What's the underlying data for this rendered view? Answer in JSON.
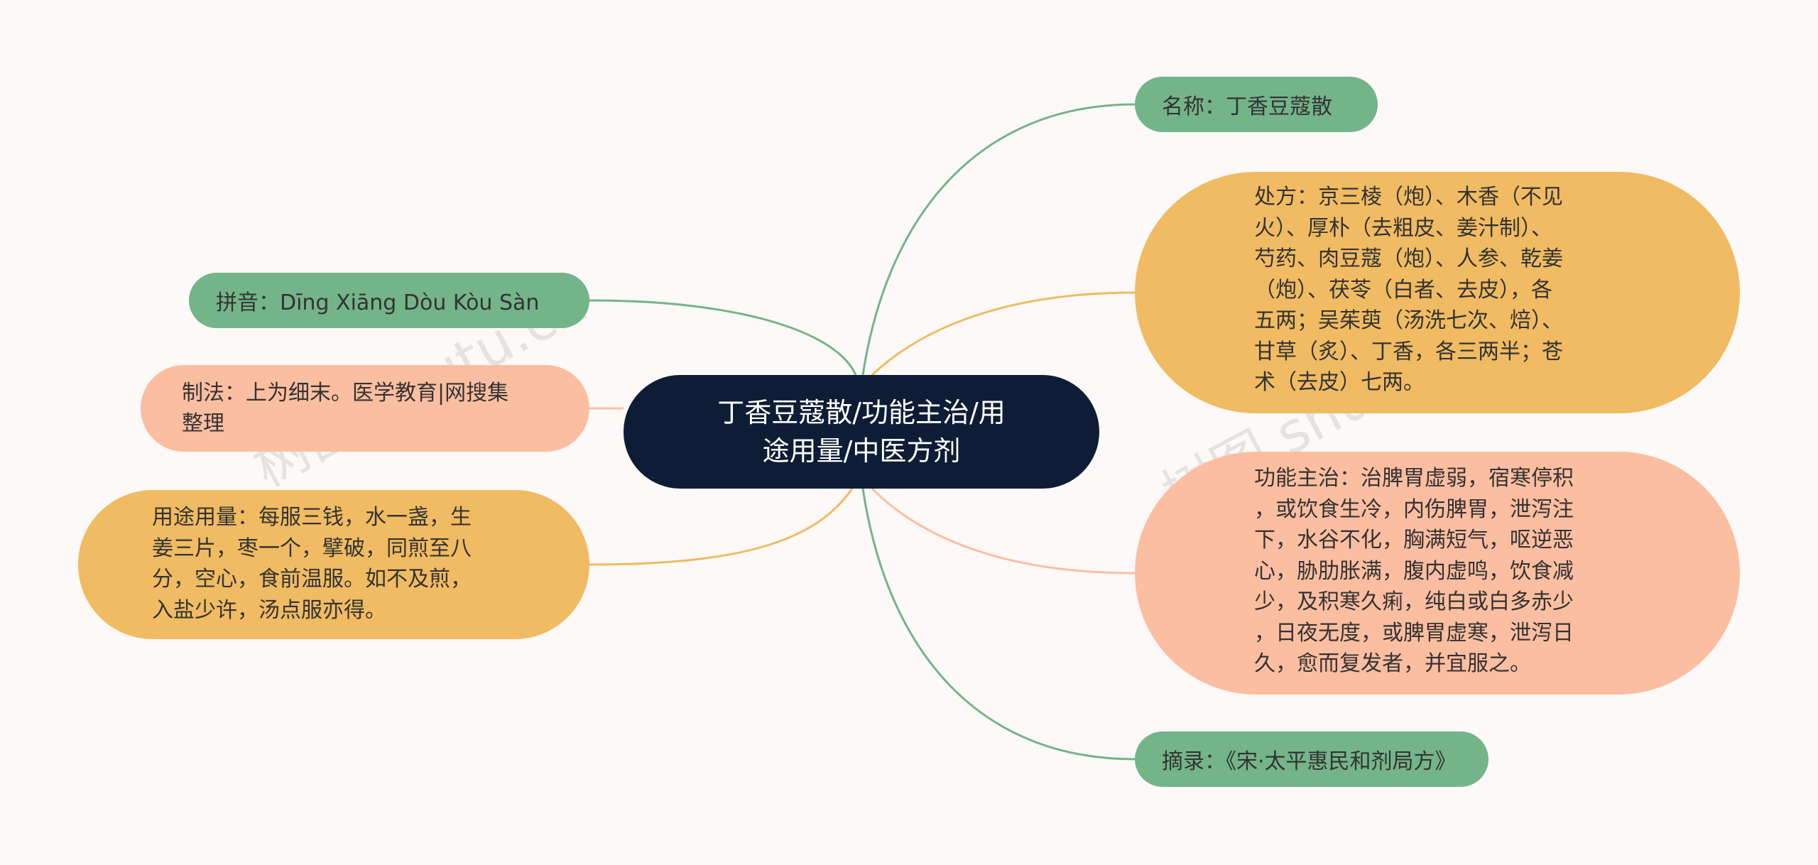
{
  "center": {
    "title": "丁香豆蔻散/功能主治/用\n途用量/中医方剂"
  },
  "right_nodes": {
    "name": "名称：丁香豆蔻散",
    "recipe": "处方：京三棱（炮）、木香（不见\n火）、厚朴（去粗皮、姜汁制）、\n芍药、肉豆蔻（炮）、人参、乾姜\n（炮）、茯苓（白者、去皮），各\n五两；吴茱萸（汤洗七次、焙）、\n甘草（炙）、丁香，各三两半；苍\n术（去皮）七两。",
    "effect": "功能主治：治脾胃虚弱，宿寒停积\n，或饮食生冷，内伤脾胃，泄泻注\n下，水谷不化，胸满短气，呕逆恶\n心，胁肋胀满，腹内虚鸣，饮食减\n少，及积寒久痢，纯白或白多赤少\n，日夜无度，或脾胃虚寒，泄泻日\n久，愈而复发者，并宜服之。",
    "source": "摘录：《宋·太平惠民和剂局方》"
  },
  "left_nodes": {
    "pinyin": "拼音：Dīng Xiāng Dòu Kòu Sàn",
    "method": "制法：上为细末。医学教育|网搜集\n整理",
    "usage": "用途用量：每服三钱，水一盏，生\n姜三片，枣一个，擘破，同煎至八\n分，空心，食前温服。如不及煎，\n入盐少许，汤点服亦得。"
  },
  "watermark": "树图 shutu.cn",
  "colors": {
    "background": "#fcf9f8",
    "center": "#0e1d35",
    "green": "#74b489",
    "yellow": "#f0bb62",
    "peach": "#fcbea0"
  }
}
